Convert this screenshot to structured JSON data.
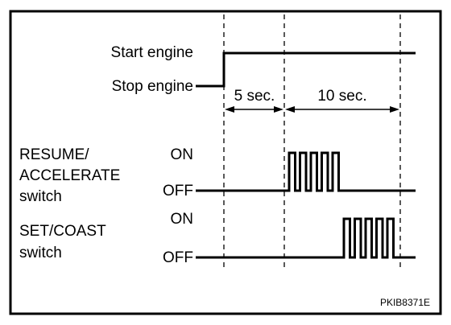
{
  "engine": {
    "start_label": "Start engine",
    "stop_label": "Stop engine"
  },
  "intervals": {
    "first": "5 sec.",
    "second": "10 sec."
  },
  "resume_switch": {
    "name_lines": [
      "RESUME/",
      "ACCELERATE",
      "switch"
    ],
    "on_label": "ON",
    "off_label": "OFF",
    "pulse_count": 5
  },
  "set_switch": {
    "name_lines": [
      "SET/COAST",
      "switch"
    ],
    "on_label": "ON",
    "off_label": "OFF",
    "pulse_count": 5
  },
  "figure_code": "PKIB8371E"
}
